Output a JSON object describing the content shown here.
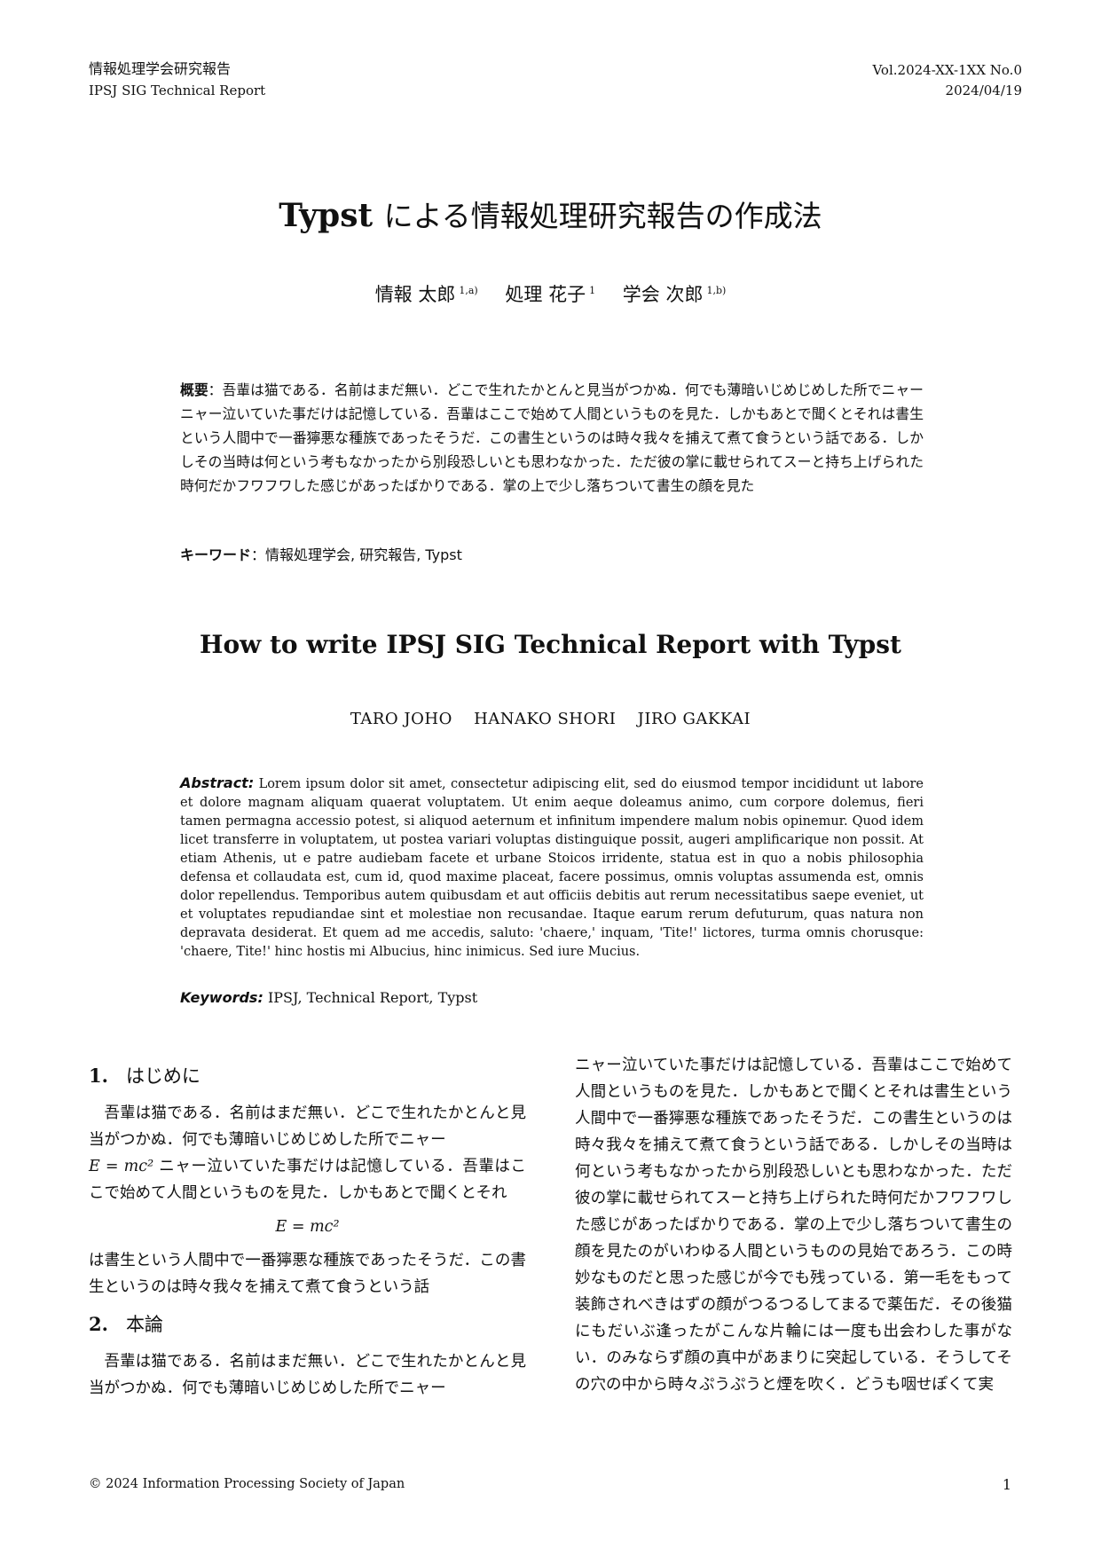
{
  "header": {
    "journal_jp": "情報処理学会研究報告",
    "journal_en": "IPSJ SIG Technical Report",
    "volume": "Vol.2024-XX-1XX No.0",
    "date": "2024/04/19"
  },
  "title": {
    "latin": "Typst",
    "jp": "による情報処理研究報告の作成法"
  },
  "authors": [
    {
      "name": "情報 太郎",
      "aff": "1,a)"
    },
    {
      "name": "処理 花子",
      "aff": "1"
    },
    {
      "name": "学会 次郎",
      "aff": "1,b)"
    }
  ],
  "abstract_jp": {
    "label": "概要",
    "sep": "：",
    "text": "吾輩は猫である．名前はまだ無い．どこで生れたかとんと見当がつかぬ．何でも薄暗いじめじめした所でニャーニャー泣いていた事だけは記憶している．吾輩はここで始めて人間というものを見た．しかもあとで聞くとそれは書生という人間中で一番獰悪な種族であったそうだ．この書生というのは時々我々を捕えて煮て食うという話である．しかしその当時は何という考もなかったから別段恐しいとも思わなかった．ただ彼の掌に載せられてスーと持ち上げられた時何だかフワフワした感じがあったばかりである．掌の上で少し落ちついて書生の顔を見た"
  },
  "keywords_jp": {
    "label": "キーワード",
    "sep": "：",
    "text": "情報処理学会, 研究報告, Typst"
  },
  "title_en": "How to write IPSJ SIG Technical Report with Typst",
  "authors_en": [
    "TARO JOHO",
    "HANAKO SHORI",
    "JIRO GAKKAI"
  ],
  "abstract_en": {
    "label": "Abstract:",
    "text": "Lorem ipsum dolor sit amet, consectetur adipiscing elit, sed do eiusmod tempor incididunt ut labore et dolore magnam aliquam quaerat voluptatem. Ut enim aeque doleamus animo, cum corpore dolemus, fieri tamen permagna accessio potest, si aliquod aeternum et infinitum impendere malum nobis opinemur. Quod idem licet transferre in voluptatem, ut postea variari voluptas distinguique possit, augeri amplificarique non possit. At etiam Athenis, ut e patre audiebam facete et urbane Stoicos irridente, statua est in quo a nobis philosophia defensa et collaudata est, cum id, quod maxime placeat, facere possimus, omnis voluptas assumenda est, omnis dolor repellendus. Temporibus autem quibusdam et aut officiis debitis aut rerum necessitatibus saepe eveniet, ut et voluptates repudiandae sint et molestiae non recusandae. Itaque earum rerum defuturum, quas natura non depravata desiderat. Et quem ad me accedis, saluto: 'chaere,' inquam, 'Tite!' lictores, turma omnis chorusque: 'chaere, Tite!' hinc hostis mi Albucius, hinc inimicus. Sed iure Mucius."
  },
  "keywords_en": {
    "label": "Keywords:",
    "text": "IPSJ, Technical Report, Typst"
  },
  "sections": [
    {
      "num": "1.",
      "title": "はじめに",
      "p1a": "吾輩は猫である．名前はまだ無い．どこで生れたかとんと見当がつかぬ．何でも薄暗いじめじめした所でニャー",
      "inline_eq": "E = mc²",
      "p1b": "ニャー泣いていた事だけは記憶している．吾輩はここで始めて人間というものを見た．しかもあとで聞くとそれ",
      "display_eq": "E = mc²",
      "p2": "は書生という人間中で一番獰悪な種族であったそうだ．この書生というのは時々我々を捕えて煮て食うという話"
    },
    {
      "num": "2.",
      "title": "本論",
      "p1": "吾輩は猫である．名前はまだ無い．どこで生れたかとんと見当がつかぬ．何でも薄暗いじめじめした所でニャー"
    }
  ],
  "right_column": "ニャー泣いていた事だけは記憶している．吾輩はここで始めて人間というものを見た．しかもあとで聞くとそれは書生という人間中で一番獰悪な種族であったそうだ．この書生というのは時々我々を捕えて煮て食うという話である．しかしその当時は何という考もなかったから別段恐しいとも思わなかった．ただ彼の掌に載せられてスーと持ち上げられた時何だかフワフワした感じがあったばかりである．掌の上で少し落ちついて書生の顔を見たのがいわゆる人間というものの見始であろう．この時妙なものだと思った感じが今でも残っている．第一毛をもって装飾されべきはずの顔がつるつるしてまるで薬缶だ．その後猫にもだいぶ逢ったがこんな片輪には一度も出会わした事がない．のみならず顔の真中があまりに突起している．そうしてその穴の中から時々ぷうぷうと煙を吹く．どうも咽せぽくて実",
  "footer": {
    "copyright": "© 2024 Information Processing Society of Japan",
    "page": "1"
  }
}
